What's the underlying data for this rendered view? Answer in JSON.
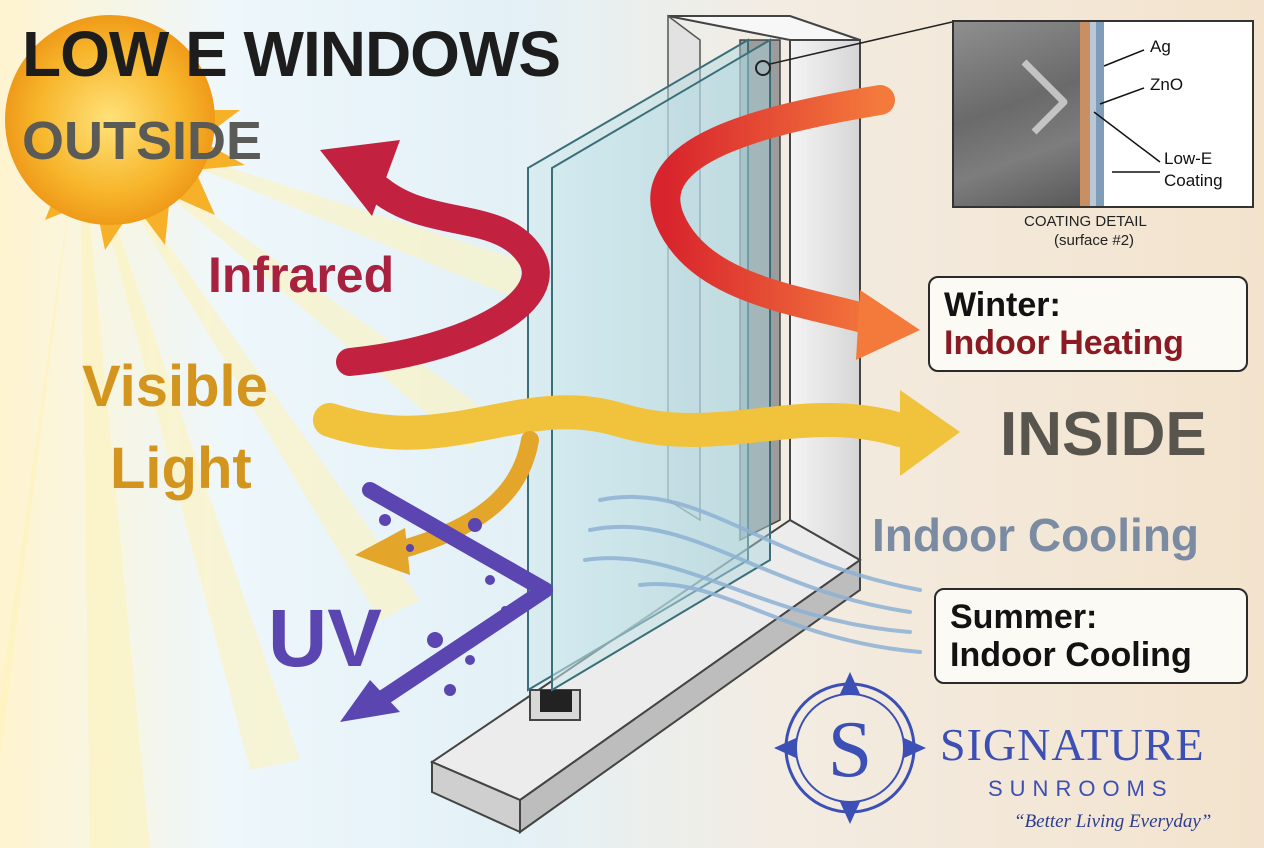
{
  "header": {
    "title": "LOW E WINDOWS",
    "outside_label": "OUTSIDE",
    "inside_label": "INSIDE"
  },
  "rays": {
    "infrared_label": "Infrared",
    "visible_label_line1": "Visible",
    "visible_label_line2": "Light",
    "uv_label": "UV",
    "indoor_cooling_label": "Indoor Cooling"
  },
  "callouts": {
    "winter": {
      "heading": "Winter:",
      "detail": "Indoor Heating"
    },
    "summer": {
      "heading": "Summer:",
      "detail": "Indoor Cooling"
    }
  },
  "coating_detail": {
    "layer_ag": "Ag",
    "layer_zno": "ZnO",
    "layer_coating_line1": "Low-E",
    "layer_coating_line2": "Coating",
    "caption_line1": "COATING DETAIL",
    "caption_line2": "(surface #2)"
  },
  "brand": {
    "name_top": "SIGNATURE",
    "name_bottom": "SUNROOMS",
    "tagline": "“Better Living Everyday”",
    "logo_letter": "S"
  },
  "colors": {
    "infrared": "#c2213f",
    "heat_red": "#e0372a",
    "visible": "#f1c23c",
    "uv": "#5b45b0",
    "cooling": "#8eb2d4",
    "brand_blue": "#3b4fb5"
  }
}
